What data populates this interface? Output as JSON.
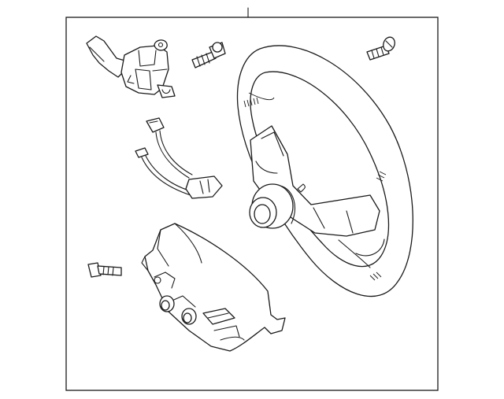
{
  "diagram": {
    "type": "exploded-parts-diagram",
    "subject": "steering-wheel-assembly",
    "line_color": "#1a1a1a",
    "background_color": "#ffffff",
    "parts": [
      {
        "id": "steering-wheel",
        "icon": "steering-wheel-icon"
      },
      {
        "id": "airbag-module",
        "icon": "airbag-icon"
      },
      {
        "id": "switch-assembly",
        "icon": "switch-icon"
      },
      {
        "id": "wire-harness",
        "icon": "harness-icon"
      },
      {
        "id": "mount-bolt",
        "icon": "bolt-icon"
      },
      {
        "id": "screw-upper-right",
        "icon": "screw-icon"
      },
      {
        "id": "screw-lower-left",
        "icon": "screw-icon"
      }
    ]
  }
}
